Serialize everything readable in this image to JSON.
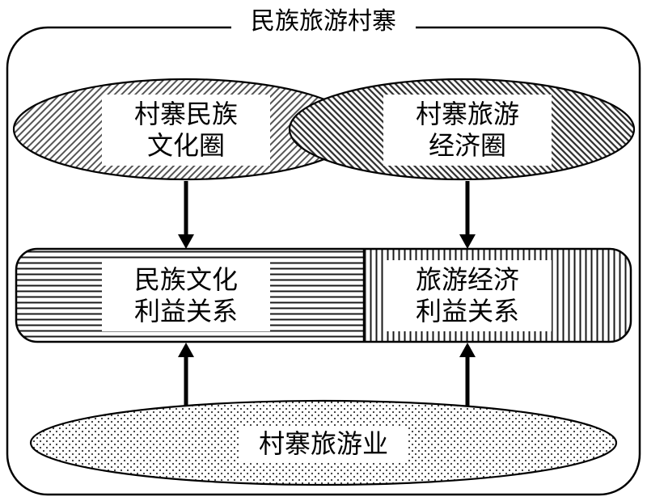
{
  "diagram": {
    "title": "民族旅游村寨",
    "nodes": {
      "culture_circle": {
        "line1": "村寨民族",
        "line2": "文化圈"
      },
      "economy_circle": {
        "line1": "村寨旅游",
        "line2": "经济圈"
      },
      "culture_interest": {
        "line1": "民族文化",
        "line2": "利益关系"
      },
      "economy_interest": {
        "line1": "旅游经济",
        "line2": "利益关系"
      },
      "tourism_industry": {
        "label": "村寨旅游业"
      }
    },
    "colors": {
      "stroke": "#000000",
      "background": "#ffffff",
      "hatch_light": "#555555",
      "hatch_dark": "#2a2a2a"
    }
  }
}
